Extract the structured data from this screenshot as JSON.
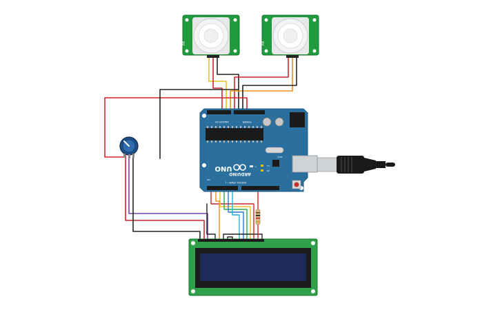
{
  "pir_sensor_left": {
    "board_text": "PIR"
  },
  "pir_sensor_right": {
    "board_text": "PIR"
  },
  "arduino": {
    "brand": "ARDUINO",
    "model": "UNO",
    "label_digital": "DIGITAL (PWM ~)",
    "label_analog": "ANALOG IN",
    "label_power": "POWER",
    "label_icsp": "ICSP",
    "label_tx": "TX",
    "label_rx": "RX",
    "label_l": "L",
    "label_on": "ON"
  },
  "colors": {
    "board": "#2a6f9e",
    "board_edge": "#1f5a82",
    "pir_board": "#1f9a3c",
    "lcd_board": "#2f9f4a",
    "lcd_screen": "#1e2a57",
    "wire_red": "#d1242a",
    "wire_black": "#222222",
    "wire_yellow": "#e8c21f",
    "wire_orange": "#e8901a",
    "wire_purple": "#7b3fa8",
    "wire_green": "#2aa84a",
    "wire_blue": "#2577c9",
    "wire_cyan": "#1fb3d6",
    "wire_white": "#e0e0e0",
    "usb_cable": "#1a1a1a"
  },
  "icons": [
    "pir-dome",
    "potentiometer-knob",
    "usb-plug",
    "microcontroller-chip",
    "reset-button"
  ]
}
